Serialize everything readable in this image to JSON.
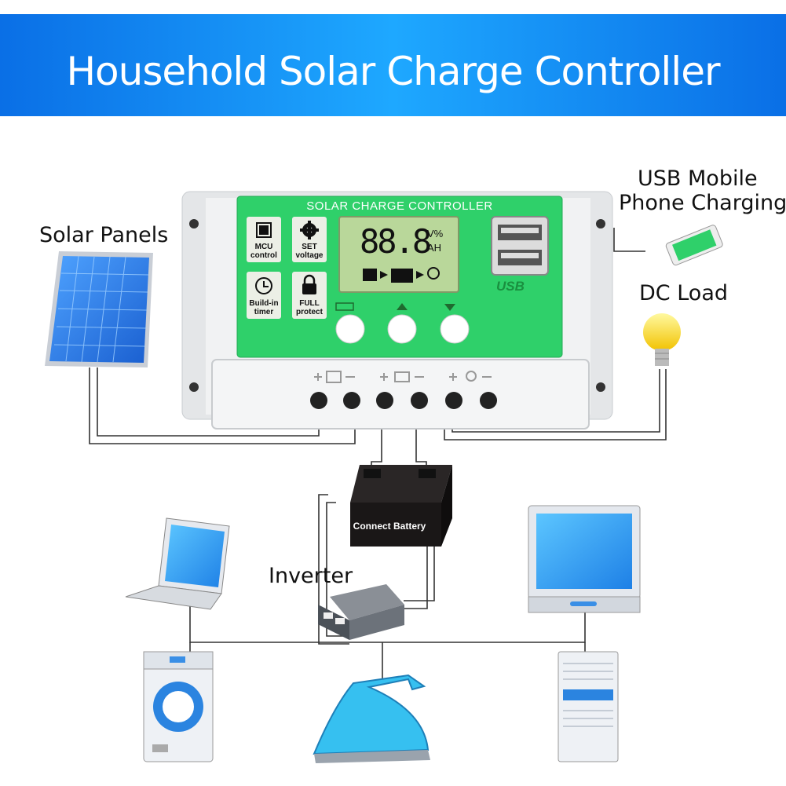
{
  "title": "Household Solar Charge Controller",
  "labels": {
    "solar_panels": "Solar Panels",
    "usb_line1": "USB Mobile",
    "usb_line2": "Phone Charging",
    "dc_load": "DC Load",
    "inverter": "Inverter",
    "connect_battery": "Connect Battery"
  },
  "controller": {
    "panel_title": "SOLAR CHARGE CONTROLLER",
    "lcd_value": "88.8",
    "lcd_unit_top": "V%",
    "lcd_unit_bottom": "AH",
    "usb_label": "USB",
    "features": [
      {
        "icon": "chip-icon",
        "line1": "MCU",
        "line2": "control"
      },
      {
        "icon": "gear-icon",
        "line1": "SET",
        "line2": "voltage"
      },
      {
        "icon": "clock-icon",
        "line1": "Build-in",
        "line2": "timer"
      },
      {
        "icon": "lock-icon",
        "line1": "FULL",
        "line2": "protect"
      }
    ],
    "terminal_groups": [
      "solar",
      "battery",
      "load"
    ]
  },
  "colors": {
    "header": "#1a8cff",
    "controller_face": "#2fd06a",
    "lcd": "#b9d79a",
    "wire": "#333333"
  }
}
